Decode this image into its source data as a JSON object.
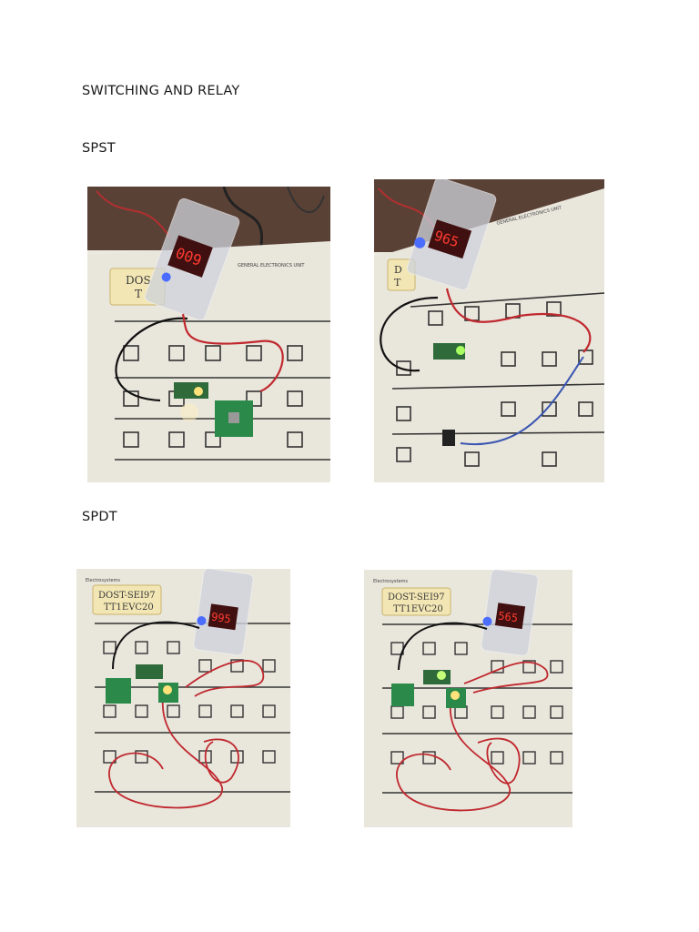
{
  "document": {
    "title": "SWITCHING AND RELAY",
    "sections": [
      {
        "heading": "SPST"
      },
      {
        "heading": "SPDT"
      }
    ]
  },
  "photos": [
    {
      "name": "spst-photo-1",
      "display_reading": "009",
      "board_label": [
        "DOS",
        "T"
      ]
    },
    {
      "name": "spst-photo-2",
      "display_reading": "965",
      "board_label": [
        "D",
        "T"
      ]
    },
    {
      "name": "spdt-photo-1",
      "display_reading": "995",
      "board_label": [
        "DOST-SEI97",
        "TT1EVC20"
      ]
    },
    {
      "name": "spdt-photo-2",
      "display_reading": "565",
      "board_label": [
        "DOST-SEI97",
        "TT1EVC20"
      ]
    }
  ],
  "board_text": {
    "unit_label": "GENERAL ELECTRONICS UNIT",
    "brand": "Electrosystems"
  }
}
